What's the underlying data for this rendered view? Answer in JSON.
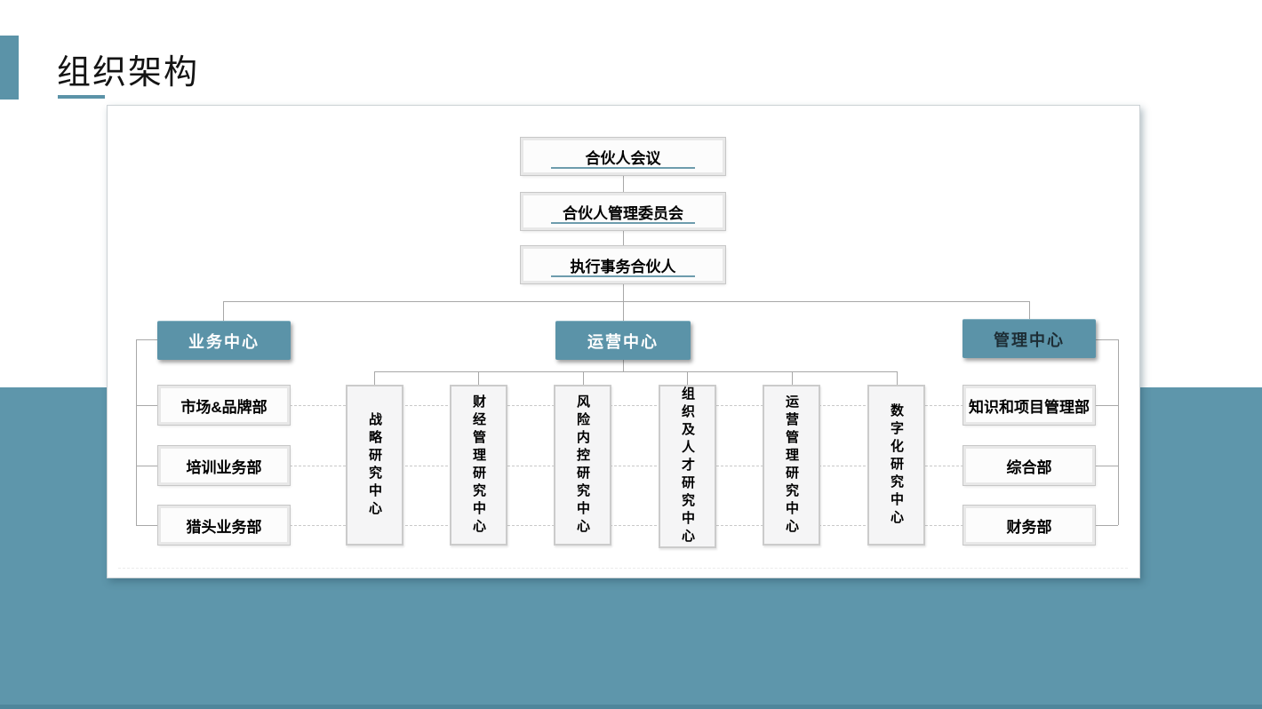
{
  "slide": {
    "title": "组织架构"
  },
  "colors": {
    "accent_teal": "#5B93A8",
    "bottom_band": "#5E96AB",
    "center_box_fill": "#5B93A8",
    "underline_teal": "#6D9CAD",
    "connector_gray": "#A8A8A8"
  },
  "org_chart": {
    "top_chain": [
      {
        "label": "合伙人会议"
      },
      {
        "label": "合伙人管理委员会"
      },
      {
        "label": "执行事务合伙人"
      }
    ],
    "centers": [
      {
        "label": "业务中心",
        "text_color": "#FFFFFF"
      },
      {
        "label": "运营中心",
        "text_color": "#FFFFFF"
      },
      {
        "label": "管理中心",
        "text_color": "#1D2D35"
      }
    ],
    "business_departments": [
      {
        "label": "市场&品牌部"
      },
      {
        "label": "培训业务部"
      },
      {
        "label": "猎头业务部"
      }
    ],
    "operations_research_centers": [
      {
        "label": "战略研究中心"
      },
      {
        "label": "财经管理研究中心"
      },
      {
        "label": "风险内控研究中心"
      },
      {
        "label": "组织及人才研究中心"
      },
      {
        "label": "运营管理研究中心"
      },
      {
        "label": "数字化研究中心"
      }
    ],
    "management_departments": [
      {
        "label": "知识和项目管理部"
      },
      {
        "label": "综合部"
      },
      {
        "label": "财务部"
      }
    ]
  }
}
